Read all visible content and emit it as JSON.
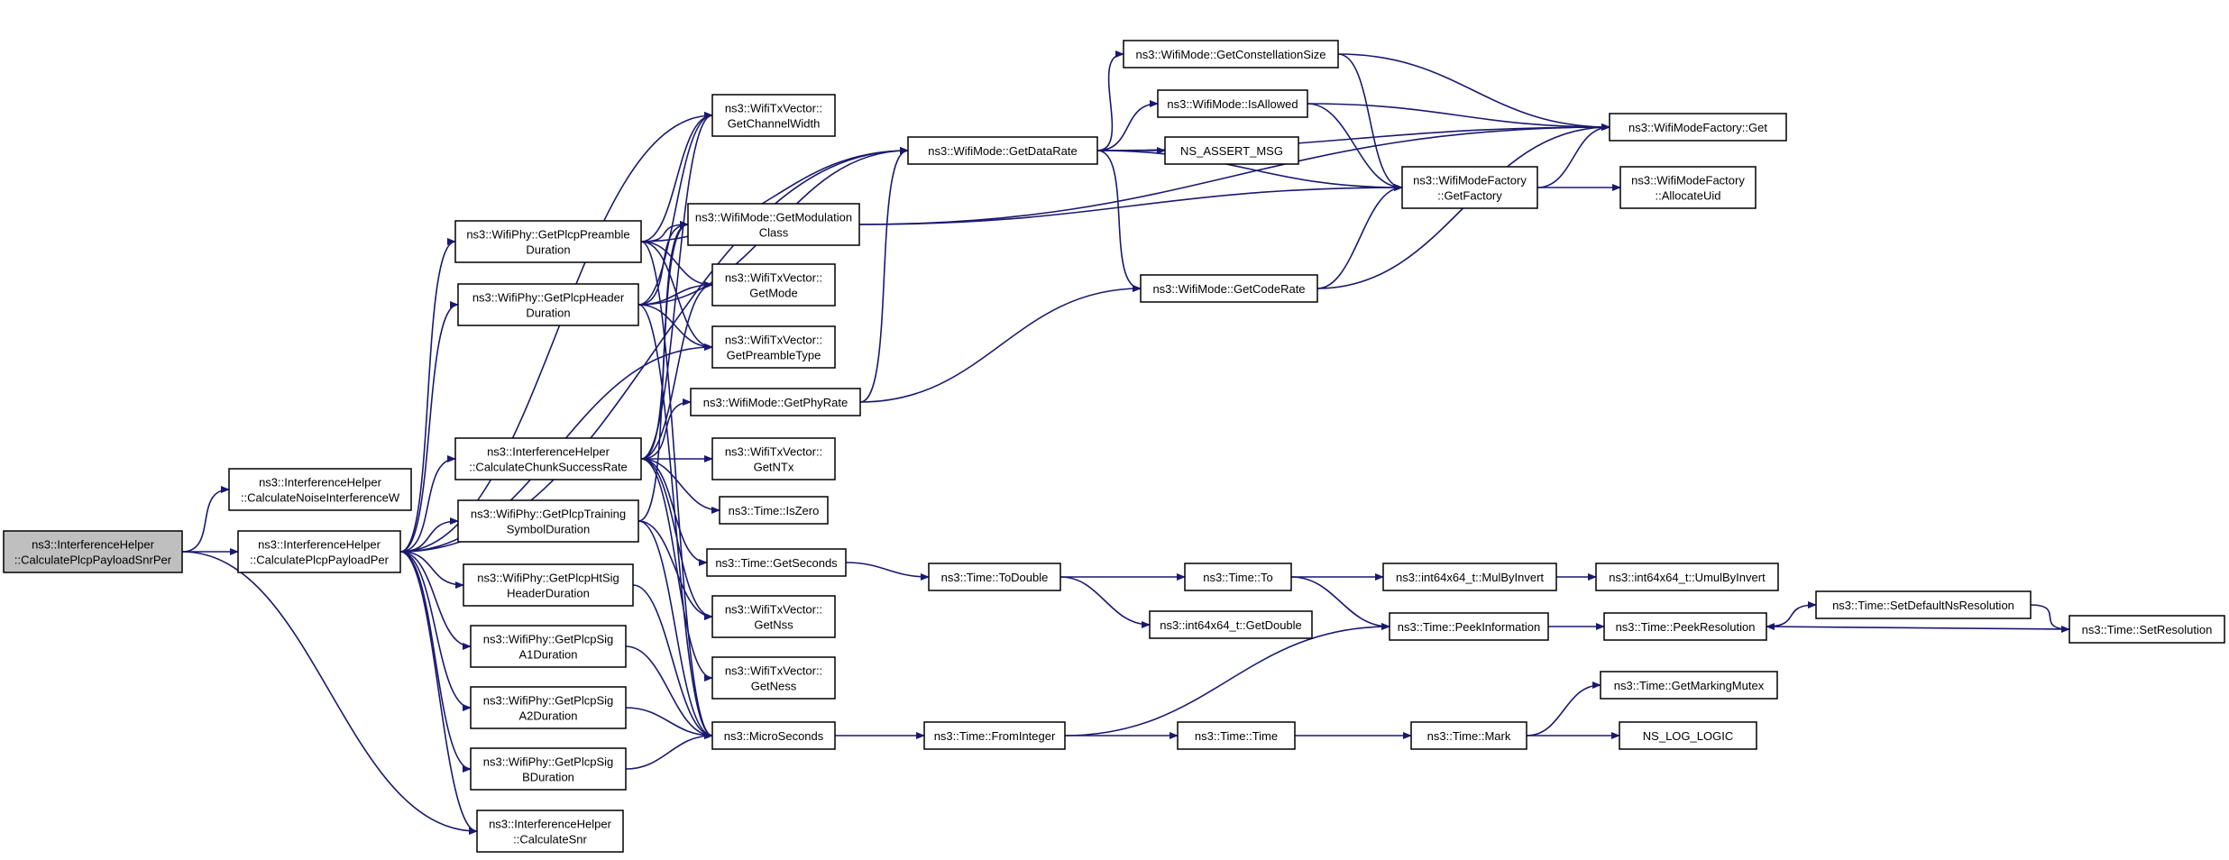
{
  "colors": {
    "edge": "#191970",
    "root_fill": "#bfbfbf",
    "node_fill": "#ffffff",
    "border": "#000000"
  },
  "nodes": {
    "root": {
      "lines": [
        "ns3::InterferenceHelper",
        "::CalculatePlcpPayloadSnrPer"
      ],
      "highlight": true
    },
    "calcNoiseInterferenceW": {
      "lines": [
        "ns3::InterferenceHelper",
        "::CalculateNoiseInterferenceW"
      ]
    },
    "calcPlcpPayloadPer": {
      "lines": [
        "ns3::InterferenceHelper",
        "::CalculatePlcpPayloadPer"
      ]
    },
    "calcSnr": {
      "lines": [
        "ns3::InterferenceHelper",
        "::CalculateSnr"
      ]
    },
    "getPlcpPreambleDuration": {
      "lines": [
        "ns3::WifiPhy::GetPlcpPreamble",
        "Duration"
      ]
    },
    "getPlcpHeaderDuration": {
      "lines": [
        "ns3::WifiPhy::GetPlcpHeader",
        "Duration"
      ]
    },
    "calcChunkSuccessRate": {
      "lines": [
        "ns3::InterferenceHelper",
        "::CalculateChunkSuccessRate"
      ]
    },
    "getPlcpTrainingSymbolDuration": {
      "lines": [
        "ns3::WifiPhy::GetPlcpTraining",
        "SymbolDuration"
      ]
    },
    "getPlcpHtSigHeaderDuration": {
      "lines": [
        "ns3::WifiPhy::GetPlcpHtSig",
        "HeaderDuration"
      ]
    },
    "getPlcpSigA1Duration": {
      "lines": [
        "ns3::WifiPhy::GetPlcpSig",
        "A1Duration"
      ]
    },
    "getPlcpSigA2Duration": {
      "lines": [
        "ns3::WifiPhy::GetPlcpSig",
        "A2Duration"
      ]
    },
    "getPlcpSigBDuration": {
      "lines": [
        "ns3::WifiPhy::GetPlcpSig",
        "BDuration"
      ]
    },
    "getChannelWidth": {
      "lines": [
        "ns3::WifiTxVector::",
        "GetChannelWidth"
      ]
    },
    "getModulationClass": {
      "lines": [
        "ns3::WifiMode::GetModulation",
        "Class"
      ]
    },
    "txGetMode": {
      "lines": [
        "ns3::WifiTxVector::",
        "GetMode"
      ]
    },
    "getPreambleType": {
      "lines": [
        "ns3::WifiTxVector::",
        "GetPreambleType"
      ]
    },
    "getPhyRate": {
      "lines": [
        "ns3::WifiMode::GetPhyRate"
      ]
    },
    "getNTx": {
      "lines": [
        "ns3::WifiTxVector::",
        "GetNTx"
      ]
    },
    "isZero": {
      "lines": [
        "ns3::Time::IsZero"
      ]
    },
    "getSeconds": {
      "lines": [
        "ns3::Time::GetSeconds"
      ]
    },
    "getNss": {
      "lines": [
        "ns3::WifiTxVector::",
        "GetNss"
      ]
    },
    "getNess": {
      "lines": [
        "ns3::WifiTxVector::",
        "GetNess"
      ]
    },
    "microSeconds": {
      "lines": [
        "ns3::MicroSeconds"
      ]
    },
    "getDataRate": {
      "lines": [
        "ns3::WifiMode::GetDataRate"
      ]
    },
    "getConstellationSize": {
      "lines": [
        "ns3::WifiMode::GetConstellationSize"
      ]
    },
    "isAllowed": {
      "lines": [
        "ns3::WifiMode::IsAllowed"
      ]
    },
    "nsAssertMsg": {
      "lines": [
        "NS_ASSERT_MSG"
      ]
    },
    "getCodeRate": {
      "lines": [
        "ns3::WifiMode::GetCodeRate"
      ]
    },
    "wifiModeFactoryGetFactory": {
      "lines": [
        "ns3::WifiModeFactory",
        "::GetFactory"
      ]
    },
    "wifiModeFactoryGet": {
      "lines": [
        "ns3::WifiModeFactory::Get"
      ]
    },
    "allocateUid": {
      "lines": [
        "ns3::WifiModeFactory",
        "::AllocateUid"
      ]
    },
    "toDouble": {
      "lines": [
        "ns3::Time::ToDouble"
      ]
    },
    "timeTo": {
      "lines": [
        "ns3::Time::To"
      ]
    },
    "int64GetDouble": {
      "lines": [
        "ns3::int64x64_t::GetDouble"
      ]
    },
    "mulByInvert": {
      "lines": [
        "ns3::int64x64_t::MulByInvert"
      ]
    },
    "umulByInvert": {
      "lines": [
        "ns3::int64x64_t::UmulByInvert"
      ]
    },
    "peekInformation": {
      "lines": [
        "ns3::Time::PeekInformation"
      ]
    },
    "peekResolution": {
      "lines": [
        "ns3::Time::PeekResolution"
      ]
    },
    "setDefaultNsResolution": {
      "lines": [
        "ns3::Time::SetDefaultNsResolution"
      ]
    },
    "setResolution": {
      "lines": [
        "ns3::Time::SetResolution"
      ]
    },
    "fromInteger": {
      "lines": [
        "ns3::Time::FromInteger"
      ]
    },
    "timeTime": {
      "lines": [
        "ns3::Time::Time"
      ]
    },
    "timeMark": {
      "lines": [
        "ns3::Time::Mark"
      ]
    },
    "getMarkingMutex": {
      "lines": [
        "ns3::Time::GetMarkingMutex"
      ]
    },
    "nsLogLogic": {
      "lines": [
        "NS_LOG_LOGIC"
      ]
    }
  },
  "edges": [
    [
      "root",
      "calcNoiseInterferenceW"
    ],
    [
      "root",
      "calcPlcpPayloadPer"
    ],
    [
      "root",
      "calcSnr"
    ],
    [
      "calcPlcpPayloadPer",
      "getPlcpPreambleDuration"
    ],
    [
      "calcPlcpPayloadPer",
      "getPlcpHeaderDuration"
    ],
    [
      "calcPlcpPayloadPer",
      "calcChunkSuccessRate"
    ],
    [
      "calcPlcpPayloadPer",
      "getPlcpTrainingSymbolDuration"
    ],
    [
      "calcPlcpPayloadPer",
      "getPlcpHtSigHeaderDuration"
    ],
    [
      "calcPlcpPayloadPer",
      "getPlcpSigA1Duration"
    ],
    [
      "calcPlcpPayloadPer",
      "getPlcpSigA2Duration"
    ],
    [
      "calcPlcpPayloadPer",
      "getPlcpSigBDuration"
    ],
    [
      "calcPlcpPayloadPer",
      "calcSnr"
    ],
    [
      "calcPlcpPayloadPer",
      "getChannelWidth"
    ],
    [
      "calcPlcpPayloadPer",
      "getDataRate"
    ],
    [
      "calcPlcpPayloadPer",
      "getPreambleType"
    ],
    [
      "getPlcpPreambleDuration",
      "getChannelWidth"
    ],
    [
      "getPlcpPreambleDuration",
      "getModulationClass"
    ],
    [
      "getPlcpPreambleDuration",
      "txGetMode"
    ],
    [
      "getPlcpPreambleDuration",
      "getPreambleType"
    ],
    [
      "getPlcpPreambleDuration",
      "microSeconds"
    ],
    [
      "getPlcpPreambleDuration",
      "getDataRate"
    ],
    [
      "getPlcpHeaderDuration",
      "getChannelWidth"
    ],
    [
      "getPlcpHeaderDuration",
      "getModulationClass"
    ],
    [
      "getPlcpHeaderDuration",
      "txGetMode"
    ],
    [
      "getPlcpHeaderDuration",
      "getPreambleType"
    ],
    [
      "getPlcpHeaderDuration",
      "microSeconds"
    ],
    [
      "getPlcpHeaderDuration",
      "getDataRate"
    ],
    [
      "calcChunkSuccessRate",
      "getModulationClass"
    ],
    [
      "calcChunkSuccessRate",
      "txGetMode"
    ],
    [
      "calcChunkSuccessRate",
      "getPhyRate"
    ],
    [
      "calcChunkSuccessRate",
      "getNTx"
    ],
    [
      "calcChunkSuccessRate",
      "isZero"
    ],
    [
      "calcChunkSuccessRate",
      "getSeconds"
    ],
    [
      "calcChunkSuccessRate",
      "getNss"
    ],
    [
      "calcChunkSuccessRate",
      "getNess"
    ],
    [
      "calcChunkSuccessRate",
      "getChannelWidth"
    ],
    [
      "getPlcpTrainingSymbolDuration",
      "microSeconds"
    ],
    [
      "getPlcpTrainingSymbolDuration",
      "getNss"
    ],
    [
      "getPlcpTrainingSymbolDuration",
      "getModulationClass"
    ],
    [
      "getPlcpHtSigHeaderDuration",
      "microSeconds"
    ],
    [
      "getPlcpSigA1Duration",
      "microSeconds"
    ],
    [
      "getPlcpSigA2Duration",
      "microSeconds"
    ],
    [
      "getPlcpSigBDuration",
      "microSeconds"
    ],
    [
      "getModulationClass",
      "wifiModeFactoryGetFactory"
    ],
    [
      "getModulationClass",
      "wifiModeFactoryGet"
    ],
    [
      "getPhyRate",
      "getCodeRate"
    ],
    [
      "getPhyRate",
      "getDataRate"
    ],
    [
      "getDataRate",
      "getConstellationSize"
    ],
    [
      "getDataRate",
      "isAllowed"
    ],
    [
      "getDataRate",
      "nsAssertMsg"
    ],
    [
      "getDataRate",
      "wifiModeFactoryGetFactory"
    ],
    [
      "getDataRate",
      "getCodeRate"
    ],
    [
      "getDataRate",
      "wifiModeFactoryGet"
    ],
    [
      "getConstellationSize",
      "wifiModeFactoryGetFactory"
    ],
    [
      "getConstellationSize",
      "wifiModeFactoryGet"
    ],
    [
      "isAllowed",
      "wifiModeFactoryGetFactory"
    ],
    [
      "isAllowed",
      "wifiModeFactoryGet"
    ],
    [
      "getCodeRate",
      "wifiModeFactoryGetFactory"
    ],
    [
      "getCodeRate",
      "wifiModeFactoryGet"
    ],
    [
      "wifiModeFactoryGetFactory",
      "wifiModeFactoryGet"
    ],
    [
      "wifiModeFactoryGetFactory",
      "allocateUid"
    ],
    [
      "getSeconds",
      "toDouble"
    ],
    [
      "toDouble",
      "timeTo"
    ],
    [
      "toDouble",
      "int64GetDouble"
    ],
    [
      "timeTo",
      "mulByInvert"
    ],
    [
      "timeTo",
      "peekInformation"
    ],
    [
      "mulByInvert",
      "umulByInvert"
    ],
    [
      "peekInformation",
      "peekResolution"
    ],
    [
      "peekResolution",
      "setDefaultNsResolution"
    ],
    [
      "setDefaultNsResolution",
      "setResolution"
    ],
    [
      "setResolution",
      "peekResolution"
    ],
    [
      "microSeconds",
      "fromInteger"
    ],
    [
      "fromInteger",
      "peekInformation"
    ],
    [
      "fromInteger",
      "timeTime"
    ],
    [
      "timeTime",
      "timeMark"
    ],
    [
      "timeMark",
      "getMarkingMutex"
    ],
    [
      "timeMark",
      "nsLogLogic"
    ]
  ]
}
